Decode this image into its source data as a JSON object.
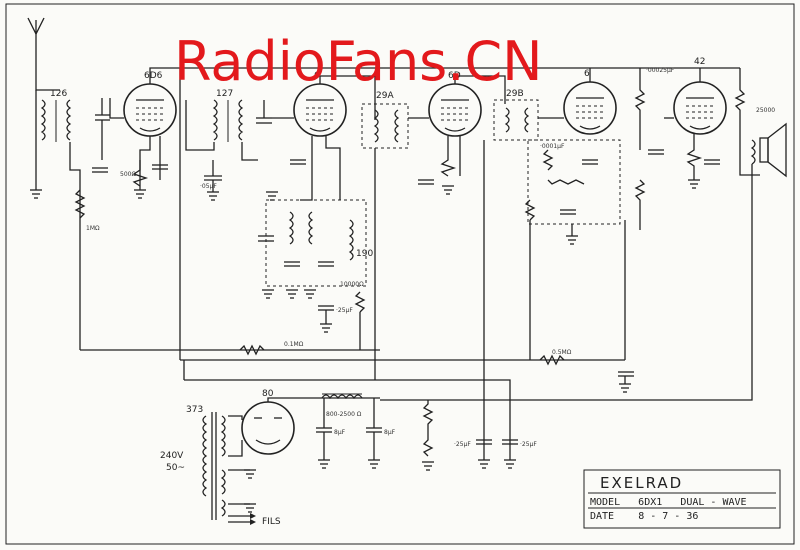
{
  "watermark": "RadioFans.CN",
  "title_block": {
    "brand": "EXELRAD",
    "model_label": "MODEL",
    "model": "6DX1",
    "type": "DUAL - WAVE",
    "date_label": "DATE",
    "date": "8 - 7 - 36"
  },
  "tubes": [
    {
      "label": "6D6"
    },
    {
      "label": "6"
    },
    {
      "label": "6D"
    },
    {
      "label": "6"
    },
    {
      "label": "42"
    },
    {
      "label": "80"
    }
  ],
  "coils": {
    "c126": "126",
    "c127": "127",
    "c29a": "29A",
    "c29b": "29B",
    "c190": "190",
    "c373": "373"
  },
  "components": {
    "r_1m": "1MΩ",
    "r_01m": "0.1MΩ",
    "r_05m": "0.5MΩ",
    "r_500": "500Ω",
    "r_10000": "10000Ω",
    "c_25uf": "·25μF",
    "c_8uf_a": "8μF",
    "c_8uf_b": "8μF",
    "c_50pf": "·05μF",
    "c_25uf_b": "·25μF",
    "c_25uf_c": "·25μF",
    "r_field": "800-2500 Ω",
    "r_25000": "25000",
    "c_0001": "·0001μF",
    "c_00025": "·00025μF"
  },
  "power": {
    "voltage": "240V",
    "freq": "50~",
    "fils": "FILS"
  }
}
